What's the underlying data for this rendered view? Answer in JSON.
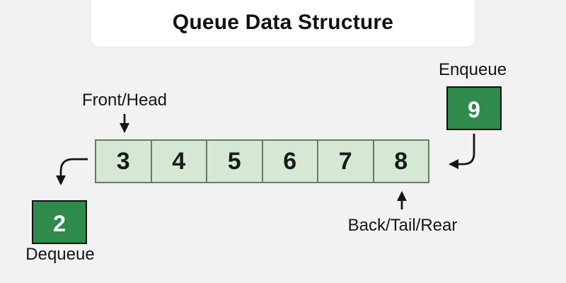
{
  "title": "Queue Data Structure",
  "queue": {
    "cells": [
      "3",
      "4",
      "5",
      "6",
      "7",
      "8"
    ],
    "front_label": "Front/Head",
    "back_label": "Back/Tail/Rear"
  },
  "enqueue": {
    "label": "Enqueue",
    "value": "9"
  },
  "dequeue": {
    "label": "Dequeue",
    "value": "2"
  },
  "colors": {
    "background": "#f2f2f2",
    "title_panel": "#ffffff",
    "cell_fill": "#d5e8d4",
    "cell_border": "#687a60",
    "action_box_fill": "#2e8b4c",
    "action_box_border": "#111111",
    "action_box_text": "#ffffff",
    "text": "#151515",
    "arrow": "#151515"
  }
}
